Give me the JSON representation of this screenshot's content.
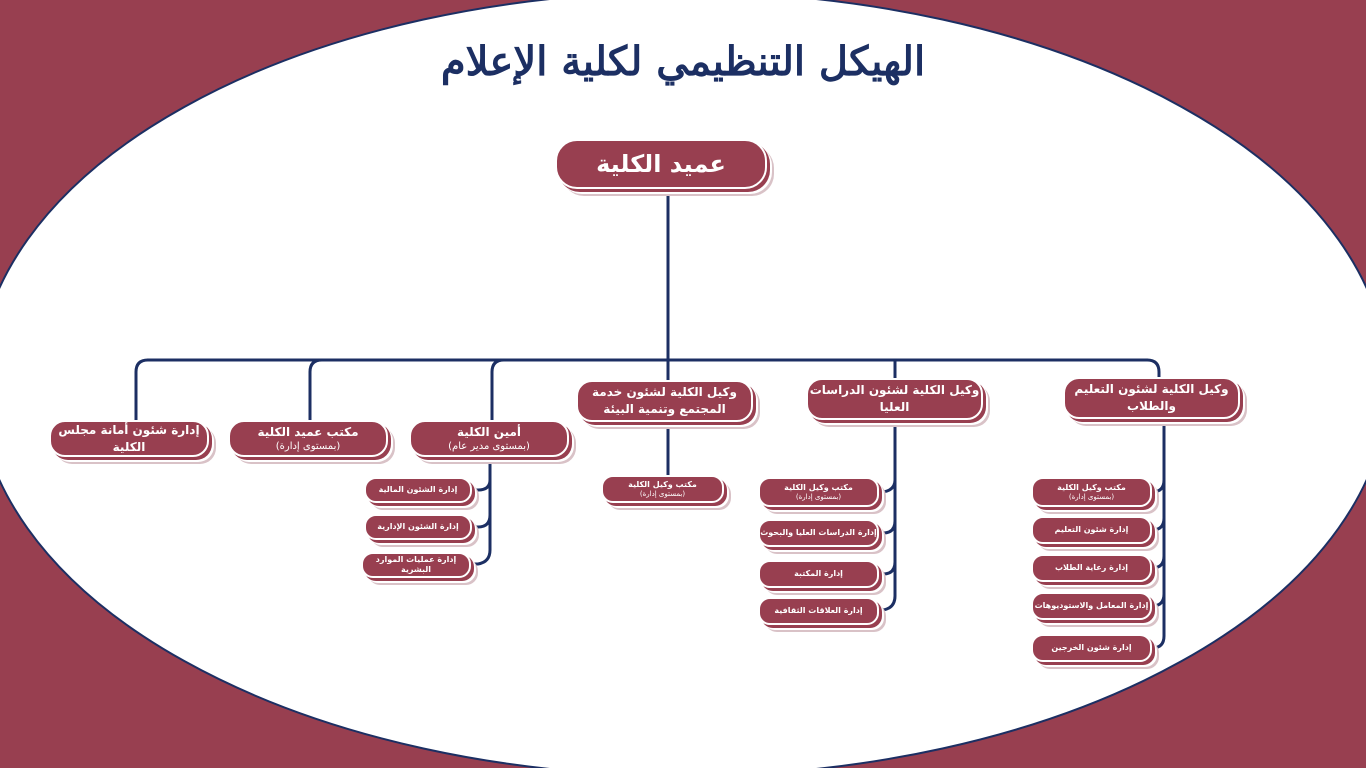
{
  "title": "الهيكل التنظيمي لكلية الإعلام",
  "colors": {
    "brand": "#983f50",
    "navy": "#1c2f63",
    "background": "#ffffff"
  },
  "dean": {
    "label": "عميد الكلية"
  },
  "units": {
    "vice_education": {
      "label": "وكيل الكلية لشئون  التعليم والطلاب",
      "children": [
        {
          "label": "مكتب وكيل الكلية",
          "note": "(بمستوى إدارة)"
        },
        {
          "label": "إدارة شئون التعليم",
          "note": ""
        },
        {
          "label": "إدارة رعاية الطلاب",
          "note": ""
        },
        {
          "label": "إدارة المعامل والاستوديوهات",
          "note": ""
        },
        {
          "label": "إدارة شئون الخرجين",
          "note": ""
        }
      ]
    },
    "vice_graduate": {
      "label": "وكيل الكلية لشئون الدراسات العليا",
      "children": [
        {
          "label": "مكتب وكيل الكلية",
          "note": "(بمستوى إدارة)"
        },
        {
          "label": "إدارة الدراسات العليا والبحوث",
          "note": ""
        },
        {
          "label": "إدارة المكتبة",
          "note": ""
        },
        {
          "label": "إدارة العلاقات الثقافية",
          "note": ""
        }
      ]
    },
    "vice_community": {
      "label": "وكيل الكلية لشئون خدمة المجتمع وتنمية البيئة",
      "children": [
        {
          "label": "مكتب وكيل الكلية",
          "note": "(بمستوى إدارة)"
        }
      ]
    },
    "secretary": {
      "label": "أمين الكلية",
      "note": "(بمستوى مدير عام)",
      "children": [
        {
          "label": "إدارة الشئون المالية",
          "note": ""
        },
        {
          "label": "إدارة الشئون الإدارية",
          "note": ""
        },
        {
          "label": "إدارة عمليات الموارد البشرية",
          "note": ""
        }
      ]
    },
    "dean_office": {
      "label": "مكتب عميد الكلية",
      "note": "(بمستوى إدارة)"
    },
    "council": {
      "label": "إدارة شئون أمانة مجلس الكلية"
    }
  }
}
